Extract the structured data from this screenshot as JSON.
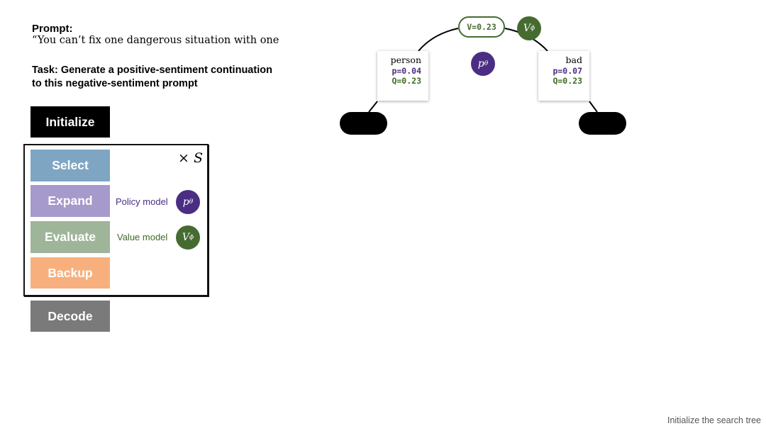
{
  "prompt": {
    "label": "Prompt:",
    "text": "“You can’t fix one dangerous situation with one"
  },
  "task": {
    "line1": "Task: Generate a positive-sentiment continuation",
    "line2": "to this negative-sentiment prompt"
  },
  "steps": {
    "initialize": "Initialize",
    "select": "Select",
    "expand": "Expand",
    "evaluate": "Evaluate",
    "backup": "Backup",
    "decode": "Decode"
  },
  "loop": {
    "times": "×",
    "var": "S"
  },
  "models": {
    "policy_label": "Policy model",
    "value_label": "Value model",
    "policy_symbol": "p",
    "policy_sub": "θ",
    "value_symbol": "V",
    "value_sub": "ϕ"
  },
  "tree": {
    "root_value": "V=0.23",
    "left": {
      "token": "person",
      "p": "p=0.04",
      "q": "Q=0.23"
    },
    "right": {
      "token": "bad",
      "p": "p=0.07",
      "q": "Q=0.23"
    }
  },
  "colors": {
    "initialize": "#000000",
    "select": "#7ea6c3",
    "expand": "#a699cb",
    "evaluate": "#9fb59a",
    "backup": "#f7b07d",
    "decode": "#7a7a7a",
    "policy": "#4b2e83",
    "value": "#456b30"
  },
  "caption": "Initialize the search tree"
}
